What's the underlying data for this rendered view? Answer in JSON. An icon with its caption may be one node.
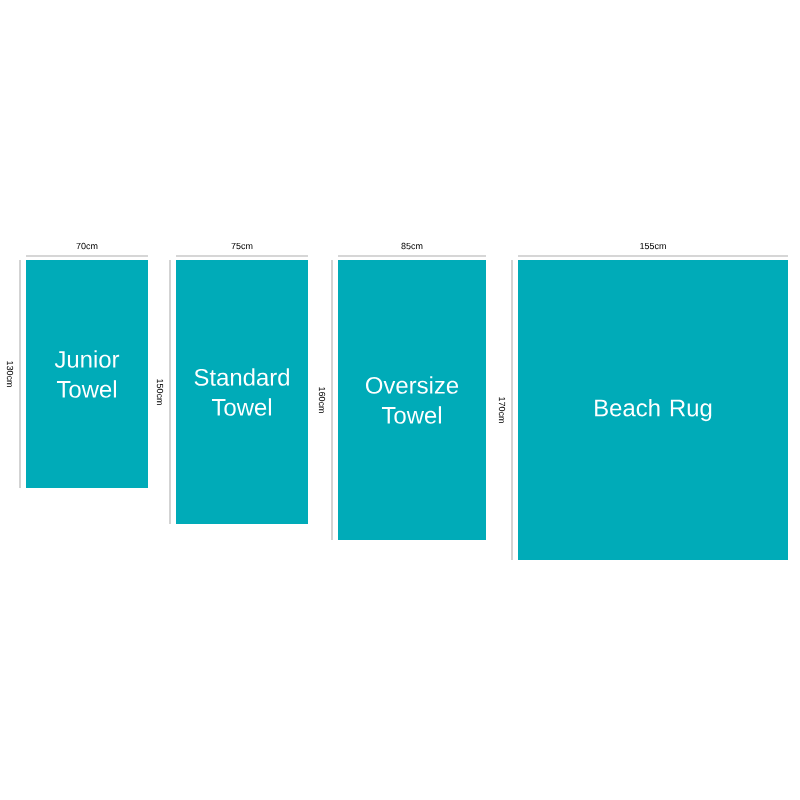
{
  "diagram": {
    "nodes": [
      {
        "text": [
          "Junior Towel"
        ]
      },
      {
        "text": [
          "Standard Towel"
        ]
      },
      {
        "text": [
          "Oversize Towel"
        ]
      },
      {
        "text": [
          "Beach Rug"
        ]
      }
    ],
    "labels": [
      "70cm",
      "130cm",
      "75cm",
      "150cm",
      "85cm",
      "160cm",
      "155cm",
      "170cm"
    ]
  }
}
